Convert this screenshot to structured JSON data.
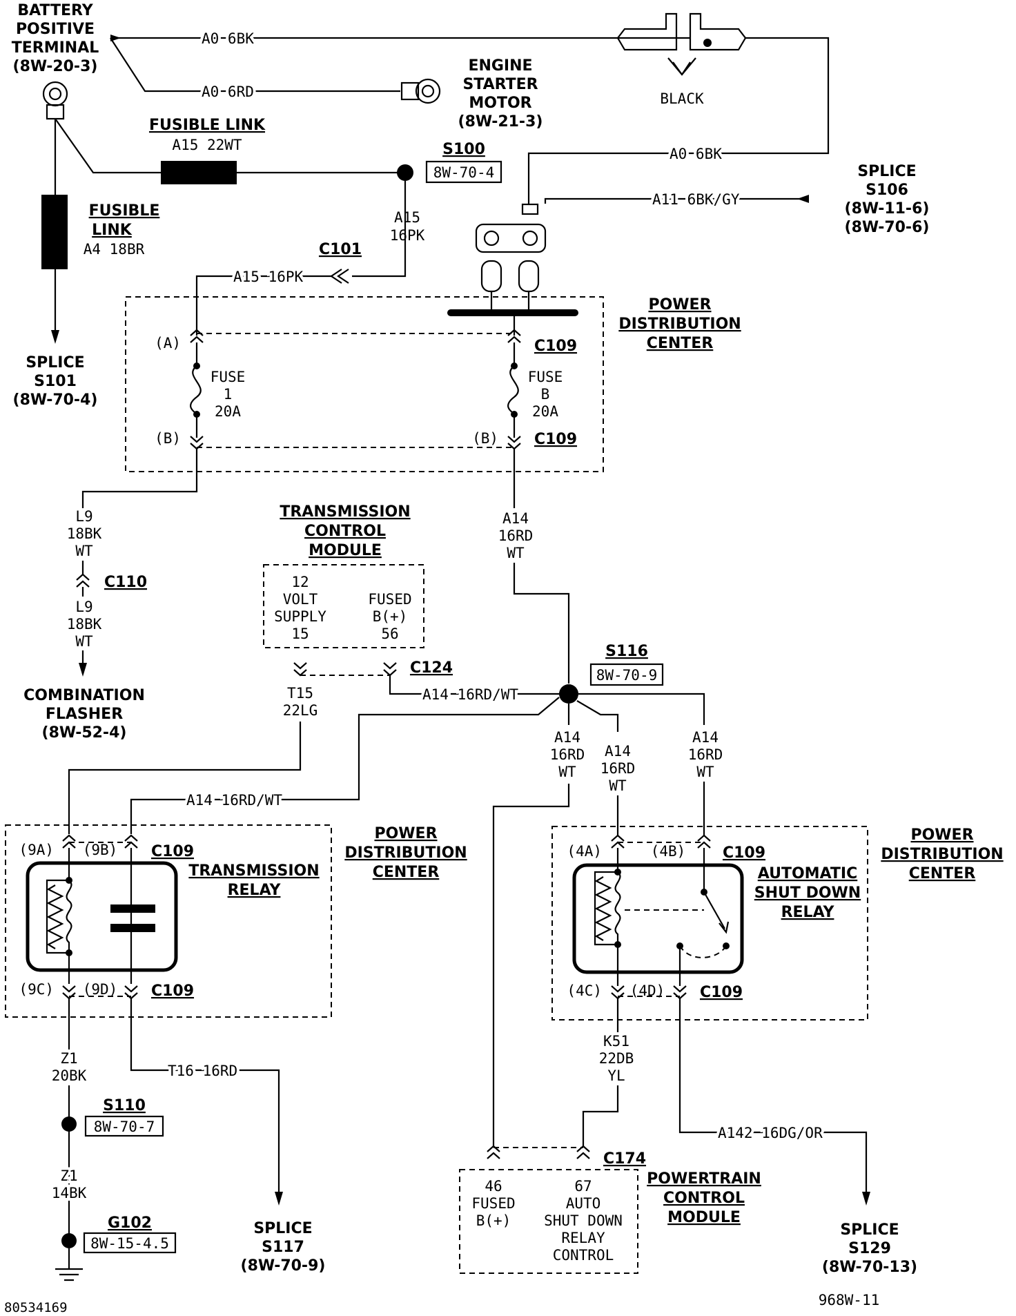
{
  "diagram_id": "968W-11",
  "image_code": "80534169",
  "battery": {
    "line1": "BATTERY",
    "line2": "POSITIVE",
    "line3": "TERMINAL",
    "ref": "(8W-20-3)"
  },
  "starter": {
    "line1": "ENGINE",
    "line2": "STARTER",
    "line3": "MOTOR",
    "ref": "(8W-21-3)"
  },
  "black_label": "BLACK",
  "fusible_link_top": {
    "title": "FUSIBLE LINK",
    "wire": "A15 22WT"
  },
  "fusible_link_left": {
    "title1": "FUSIBLE",
    "title2": "LINK",
    "wire": "A4 18BR"
  },
  "splice_s101": {
    "line1": "SPLICE",
    "line2": "S101",
    "ref": "(8W-70-4)"
  },
  "s100": {
    "name": "S100",
    "ref": "8W-70-4"
  },
  "splice_s106": {
    "line1": "SPLICE",
    "line2": "S106",
    "ref1": "(8W-11-6)",
    "ref2": "(8W-70-6)"
  },
  "c101": "C101",
  "c109": "C109",
  "c110": "C110",
  "c124": "C124",
  "c174": "C174",
  "pdc": {
    "line1": "POWER",
    "line2": "DISTRIBUTION",
    "line3": "CENTER"
  },
  "fuse1": {
    "label": "FUSE",
    "num": "1",
    "amp": "20A"
  },
  "fuseB": {
    "label": "FUSE",
    "num": "B",
    "amp": "20A"
  },
  "pins": {
    "a": "(A)",
    "b": "(B)",
    "9a": "(9A)",
    "9b": "(9B)",
    "9c": "(9C)",
    "9d": "(9D)",
    "4a": "(4A)",
    "4b": "(4B)",
    "4c": "(4C)",
    "4d": "(4D)"
  },
  "wires": {
    "a0_6bk": "A0 6BK",
    "a0_6rd": "A0 6RD",
    "a11": "A11 6BK/GY",
    "a15": "A15",
    "a15_16pk_gauge": "16PK",
    "a15_16pk": "A15 16PK",
    "l9": "L9",
    "l9_gauge": "18BK",
    "l9_color": "WT",
    "a14": "A14",
    "a14_gauge": "16RD",
    "a14_color": "WT",
    "a14_rdwt": "A14 16RD/WT",
    "t15": "T15",
    "t15_gauge": "22LG",
    "z1": "Z1",
    "z1_gauge_top": "20BK",
    "z1_gauge_bot": "14BK",
    "t16": "T16 16RD",
    "k51": "K51",
    "k51_gauge": "22DB",
    "k51_color": "YL",
    "a142": "A142 16DG/OR"
  },
  "combination_flasher": {
    "line1": "COMBINATION",
    "line2": "FLASHER",
    "ref": "(8W-52-4)"
  },
  "tcm": {
    "line1": "TRANSMISSION",
    "line2": "CONTROL",
    "line3": "MODULE",
    "p1a": "12",
    "p1b": "VOLT",
    "p1c": "SUPPLY",
    "p1d": "15",
    "p2a": "FUSED",
    "p2b": "B(+)",
    "p2c": "56"
  },
  "s116": {
    "name": "S116",
    "ref": "8W-70-9"
  },
  "trans_relay": {
    "line1": "TRANSMISSION",
    "line2": "RELAY"
  },
  "asd_relay": {
    "line1": "AUTOMATIC",
    "line2": "SHUT DOWN",
    "line3": "RELAY"
  },
  "s110": {
    "name": "S110",
    "ref": "8W-70-7"
  },
  "g102": {
    "name": "G102",
    "ref": "8W-15-4.5"
  },
  "splice_s117": {
    "line1": "SPLICE",
    "line2": "S117",
    "ref": "(8W-70-9)"
  },
  "splice_s129": {
    "line1": "SPLICE",
    "line2": "S129",
    "ref": "(8W-70-13)"
  },
  "pcm": {
    "line1": "POWERTRAIN",
    "line2": "CONTROL",
    "line3": "MODULE",
    "p1a": "46",
    "p1b": "FUSED",
    "p1c": "B(+)",
    "p2a": "67",
    "p2b": "AUTO",
    "p2c": "SHUT DOWN",
    "p2d": "RELAY",
    "p2e": "CONTROL"
  }
}
